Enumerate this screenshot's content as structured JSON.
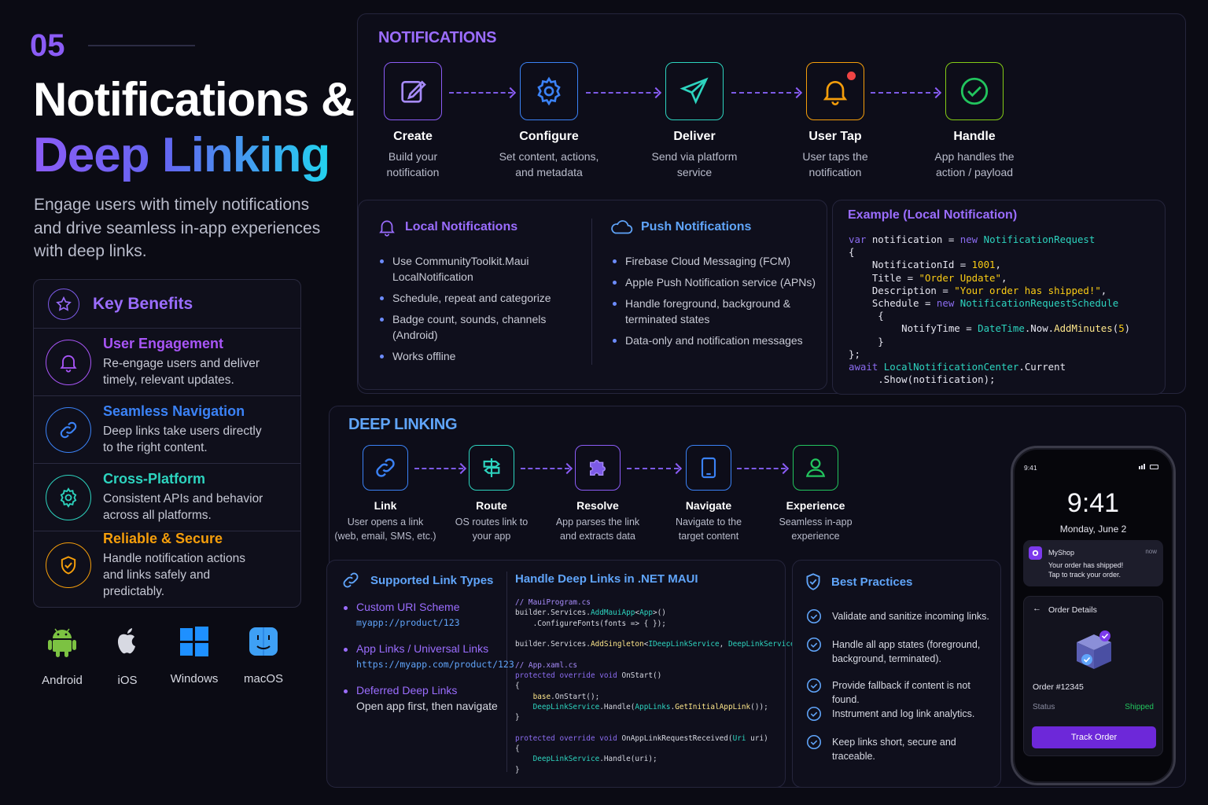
{
  "section_number": "05",
  "title_line1": "Notifications &",
  "title_line2": "Deep Linking",
  "subtitle": "Engage users with timely notifications and drive seamless in-app experiences with deep links.",
  "key_benefits": {
    "title": "Key Benefits",
    "items": [
      {
        "title": "User Engagement",
        "desc": "Re-engage users and deliver timely, relevant updates.",
        "color": "#a855f7",
        "icon": "bell-icon"
      },
      {
        "title": "Seamless Navigation",
        "desc": "Deep links take users directly to the right content.",
        "color": "#3b82f6",
        "icon": "link-icon"
      },
      {
        "title": "Cross-Platform",
        "desc": "Consistent APIs and behavior across all platforms.",
        "color": "#2dd4bf",
        "icon": "gear-icon"
      },
      {
        "title": "Reliable & Secure",
        "desc": "Handle notification actions and links safely and predictably.",
        "color": "#f59e0b",
        "icon": "shield-check-icon"
      }
    ]
  },
  "platforms": [
    "Android",
    "iOS",
    "Windows",
    "macOS"
  ],
  "notifications": {
    "label": "NOTIFICATIONS",
    "steps": [
      {
        "title": "Create",
        "desc1": "Build your",
        "desc2": "notification",
        "color": "#8b5cf6",
        "icon": "edit-icon"
      },
      {
        "title": "Configure",
        "desc1": "Set content, actions,",
        "desc2": "and metadata",
        "color": "#3b82f6",
        "icon": "gear-icon"
      },
      {
        "title": "Deliver",
        "desc1": "Send via platform",
        "desc2": "service",
        "color": "#2dd4bf",
        "icon": "paper-plane-icon"
      },
      {
        "title": "User Tap",
        "desc1": "User taps the",
        "desc2": "notification",
        "color": "#f59e0b",
        "icon": "bell-icon"
      },
      {
        "title": "Handle",
        "desc1": "App handles the",
        "desc2": "action / payload",
        "color": "#84cc16",
        "icon": "check-circle-icon"
      }
    ],
    "local": {
      "title": "Local Notifications",
      "items": [
        "Use CommunityToolkit.Maui LocalNotification",
        "Schedule, repeat and categorize",
        "Badge count, sounds, channels (Android)",
        "Works offline"
      ]
    },
    "push": {
      "title": "Push Notifications",
      "items": [
        "Firebase Cloud Messaging (FCM)",
        "Apple Push Notification service (APNs)",
        "Handle foreground, background & terminated states",
        "Data-only and notification messages"
      ]
    },
    "example_title": "Example (Local Notification)"
  },
  "deep_linking": {
    "label": "DEEP LINKING",
    "steps": [
      {
        "title": "Link",
        "desc1": "User opens a link",
        "desc2": "(web, email, SMS, etc.)",
        "color": "#3b82f6",
        "icon": "link-icon"
      },
      {
        "title": "Route",
        "desc1": "OS routes link to",
        "desc2": "your app",
        "color": "#2dd4bf",
        "icon": "signpost-icon"
      },
      {
        "title": "Resolve",
        "desc1": "App parses the link",
        "desc2": "and extracts data",
        "color": "#8b5cf6",
        "icon": "puzzle-icon"
      },
      {
        "title": "Navigate",
        "desc1": "Navigate to the",
        "desc2": "target content",
        "color": "#3b82f6",
        "icon": "phone-icon"
      },
      {
        "title": "Experience",
        "desc1": "Seamless in-app",
        "desc2": "experience",
        "color": "#22c55e",
        "icon": "user-icon"
      }
    ],
    "link_types": {
      "title": "Supported Link Types",
      "items": [
        {
          "name": "Custom URI Scheme",
          "value": "myapp://product/123"
        },
        {
          "name": "App Links / Universal Links",
          "value": "https://myapp.com/product/123"
        },
        {
          "name": "Deferred Deep Links",
          "value": "Open app first, then navigate"
        }
      ]
    },
    "handle_title": "Handle Deep Links in .NET MAUI",
    "best_practices": {
      "title": "Best Practices",
      "items": [
        "Validate and sanitize incoming links.",
        "Handle all app states (foreground, background, terminated).",
        "Provide fallback if content is not found.",
        "Instrument and log link analytics.",
        "Keep links short, secure and traceable."
      ]
    }
  },
  "phone": {
    "status_time": "9:41",
    "time": "9:41",
    "date": "Monday, June 2",
    "notif_app": "MyShop",
    "notif_time": "now",
    "notif_line1": "Your order has shipped!",
    "notif_line2": "Tap to track your order.",
    "page_title": "Order Details",
    "order": "Order #12345",
    "status_label": "Status",
    "status_value": "Shipped",
    "button": "Track Order"
  }
}
